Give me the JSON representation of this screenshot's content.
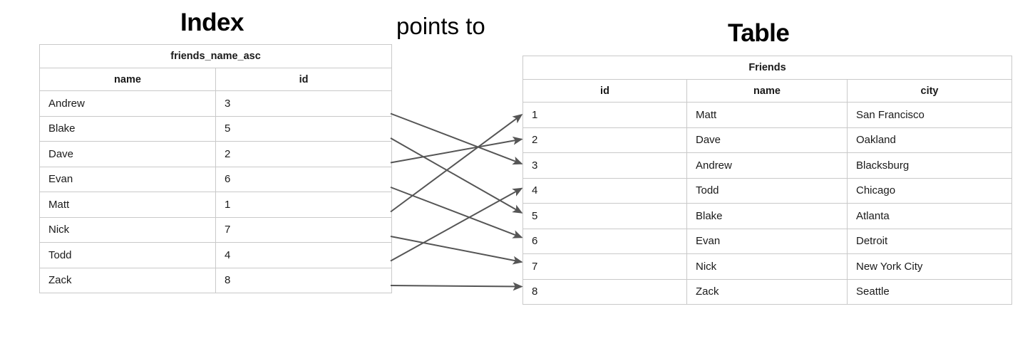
{
  "diagram": {
    "index_heading": "Index",
    "table_heading": "Table",
    "connector_label": "points to",
    "line_color": "#555555"
  },
  "index_table": {
    "title": "friends_name_asc",
    "columns": [
      "name",
      "id"
    ],
    "rows": [
      {
        "name": "Andrew",
        "id": "3"
      },
      {
        "name": "Blake",
        "id": "5"
      },
      {
        "name": "Dave",
        "id": "2"
      },
      {
        "name": "Evan",
        "id": "6"
      },
      {
        "name": "Matt",
        "id": "1"
      },
      {
        "name": "Nick",
        "id": "7"
      },
      {
        "name": "Todd",
        "id": "4"
      },
      {
        "name": "Zack",
        "id": "8"
      }
    ]
  },
  "friends_table": {
    "title": "Friends",
    "columns": [
      "id",
      "name",
      "city"
    ],
    "rows": [
      {
        "id": "1",
        "name": "Matt",
        "city": "San Francisco"
      },
      {
        "id": "2",
        "name": "Dave",
        "city": "Oakland"
      },
      {
        "id": "3",
        "name": "Andrew",
        "city": "Blacksburg"
      },
      {
        "id": "4",
        "name": "Todd",
        "city": "Chicago"
      },
      {
        "id": "5",
        "name": "Blake",
        "city": "Atlanta"
      },
      {
        "id": "6",
        "name": "Evan",
        "city": "Detroit"
      },
      {
        "id": "7",
        "name": "Nick",
        "city": "New York City"
      },
      {
        "id": "8",
        "name": "Zack",
        "city": "Seattle"
      }
    ]
  },
  "connections": [
    {
      "from_index_row": 0,
      "from_name": "Andrew",
      "to_table_row": 2,
      "to_id": "3"
    },
    {
      "from_index_row": 1,
      "from_name": "Blake",
      "to_table_row": 4,
      "to_id": "5"
    },
    {
      "from_index_row": 2,
      "from_name": "Dave",
      "to_table_row": 1,
      "to_id": "2"
    },
    {
      "from_index_row": 3,
      "from_name": "Evan",
      "to_table_row": 5,
      "to_id": "6"
    },
    {
      "from_index_row": 4,
      "from_name": "Matt",
      "to_table_row": 0,
      "to_id": "1"
    },
    {
      "from_index_row": 5,
      "from_name": "Nick",
      "to_table_row": 6,
      "to_id": "7"
    },
    {
      "from_index_row": 6,
      "from_name": "Todd",
      "to_table_row": 3,
      "to_id": "4"
    },
    {
      "from_index_row": 7,
      "from_name": "Zack",
      "to_table_row": 7,
      "to_id": "8"
    }
  ]
}
